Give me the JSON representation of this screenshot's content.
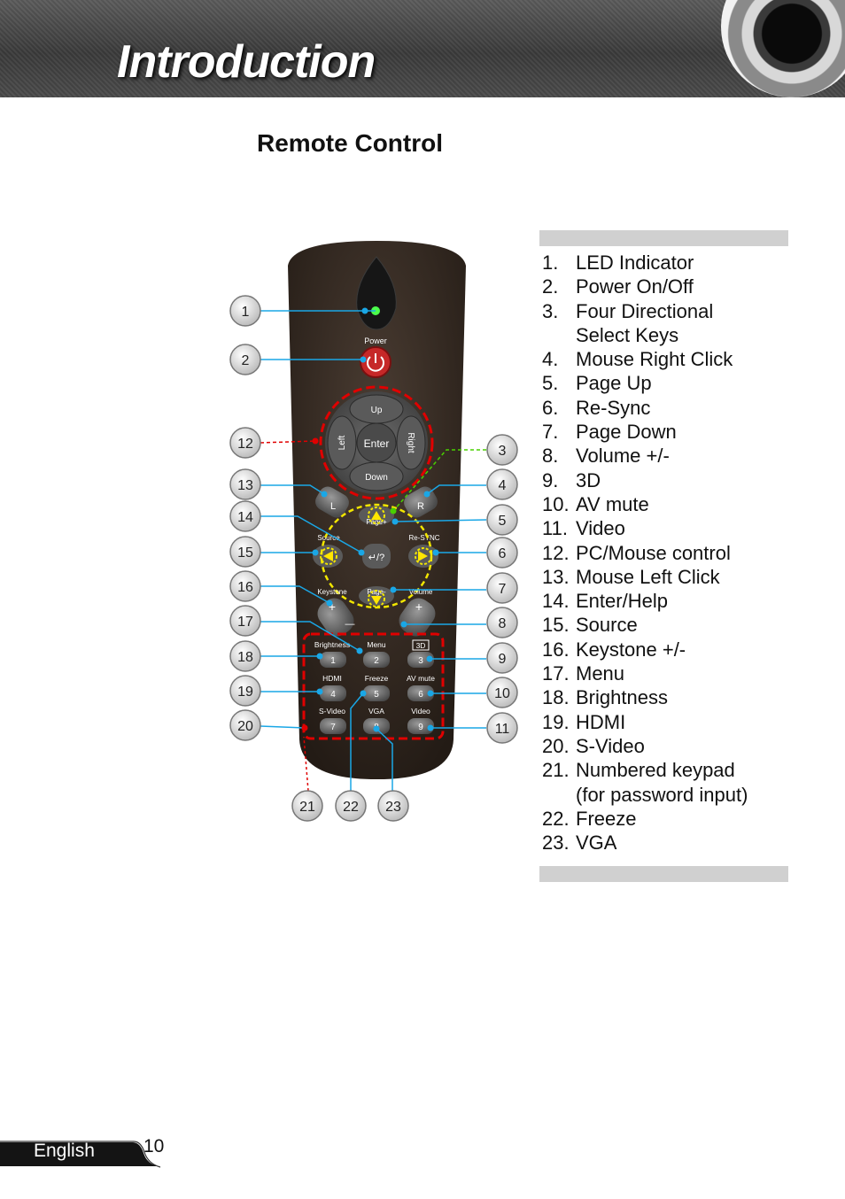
{
  "header": {
    "title": "Introduction"
  },
  "section": {
    "title": "Remote Control"
  },
  "legend": [
    {
      "num": "1.",
      "text": "LED Indicator"
    },
    {
      "num": "2.",
      "text": "Power On/Off"
    },
    {
      "num": "3.",
      "text": "Four Directional"
    },
    {
      "num": "",
      "text": "Select Keys"
    },
    {
      "num": "4.",
      "text": "Mouse Right Click"
    },
    {
      "num": "5.",
      "text": "Page Up"
    },
    {
      "num": "6.",
      "text": "Re-Sync"
    },
    {
      "num": "7.",
      "text": "Page Down"
    },
    {
      "num": "8.",
      "text": "Volume +/-"
    },
    {
      "num": "9.",
      "text": "3D"
    },
    {
      "num": "10.",
      "text": "AV mute"
    },
    {
      "num": "11.",
      "text": "Video"
    },
    {
      "num": "12.",
      "text": "PC/Mouse control"
    },
    {
      "num": "13.",
      "text": "Mouse Left Click"
    },
    {
      "num": "14.",
      "text": "Enter/Help"
    },
    {
      "num": "15.",
      "text": "Source"
    },
    {
      "num": "16.",
      "text": "Keystone +/-"
    },
    {
      "num": "17.",
      "text": "Menu"
    },
    {
      "num": "18.",
      "text": "Brightness"
    },
    {
      "num": "19.",
      "text": "HDMI"
    },
    {
      "num": "20.",
      "text": "S-Video"
    },
    {
      "num": "21.",
      "text": "Numbered keypad"
    },
    {
      "num": "",
      "text": "(for password input)"
    },
    {
      "num": "22.",
      "text": "Freeze"
    },
    {
      "num": "23.",
      "text": "VGA"
    }
  ],
  "remote": {
    "power_label": "Power",
    "up": "Up",
    "down": "Down",
    "left": "Left",
    "right": "Right",
    "enter": "Enter",
    "l": "L",
    "r": "R",
    "page_up": "Page+",
    "page_down": "Page-",
    "source": "Source",
    "resync": "Re-SYNC",
    "enter_help": "↵/?",
    "keystone": "Keystone",
    "volume": "Volume",
    "plus": "+",
    "minus": "—",
    "minus_small": "-",
    "keypad": [
      {
        "label": "Brightness",
        "num": "1"
      },
      {
        "label": "Menu",
        "num": "2"
      },
      {
        "label": "3D",
        "num": "3"
      },
      {
        "label": "HDMI",
        "num": "4"
      },
      {
        "label": "Freeze",
        "num": "5"
      },
      {
        "label": "AV mute",
        "num": "6"
      },
      {
        "label": "S-Video",
        "num": "7"
      },
      {
        "label": "VGA",
        "num": "8"
      },
      {
        "label": "Video",
        "num": "9"
      }
    ]
  },
  "callouts": [
    "1",
    "2",
    "12",
    "13",
    "14",
    "15",
    "16",
    "17",
    "18",
    "19",
    "20",
    "3",
    "4",
    "5",
    "6",
    "7",
    "8",
    "9",
    "10",
    "11",
    "21",
    "22",
    "23"
  ],
  "footer": {
    "language": "English",
    "page": "10"
  }
}
